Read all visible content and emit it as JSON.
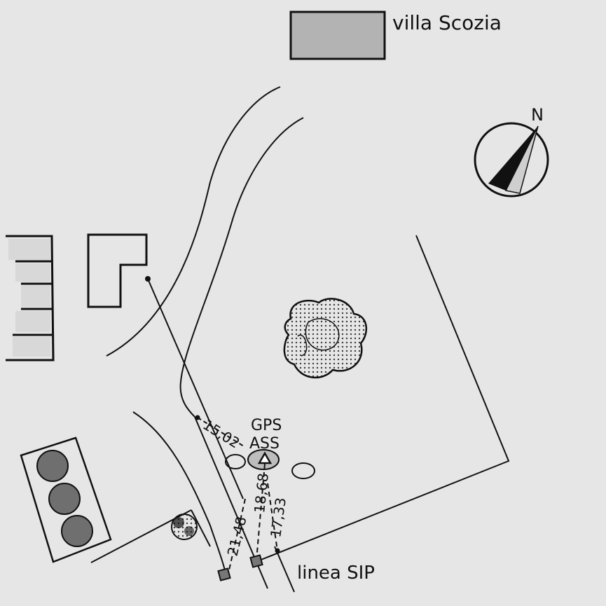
{
  "labels": {
    "villa": "villa Scozia",
    "north": "N",
    "gps_line1": "GPS",
    "gps_line2": "ASS",
    "sip": "linea SIP"
  },
  "measurements": {
    "m1": "15,02",
    "m2": "18,68",
    "m3": "21,48",
    "m4": "17,33"
  },
  "colors": {
    "background": "#e6e6e6",
    "ink": "#111111",
    "building_fill": "#b3b3b3",
    "tree_fill": "#6f6f6f"
  }
}
